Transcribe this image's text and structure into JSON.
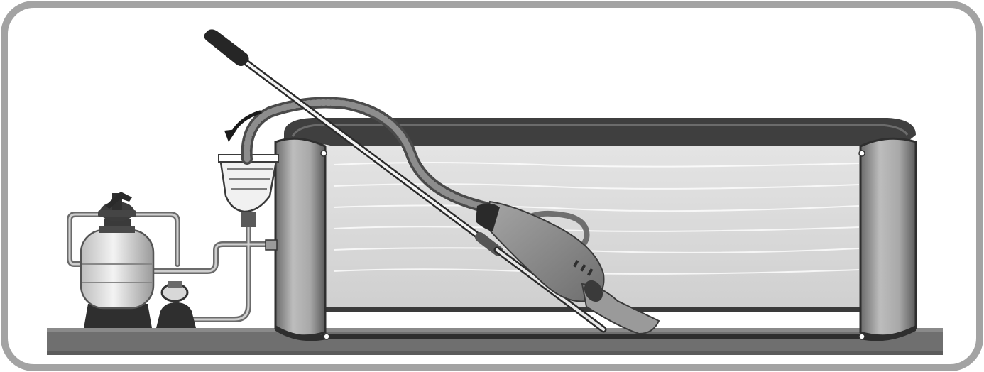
{
  "illustration": {
    "components": [
      "pool-frame",
      "pool-water",
      "ground-slab",
      "sand-filter",
      "multiport-valve",
      "skimmer",
      "pump",
      "vacuum-hose",
      "telescopic-pole",
      "vacuum-head",
      "flow-direction-arrow"
    ],
    "colors": {
      "frame_border": "#a3a3a3",
      "ground": "#6f6f6f",
      "pool_wall_dark": "#4f4f4f",
      "pool_water": "#d9d9d9",
      "filter_tank": "#e6e6e6",
      "vacuum_body": "#8a8a8a"
    }
  }
}
